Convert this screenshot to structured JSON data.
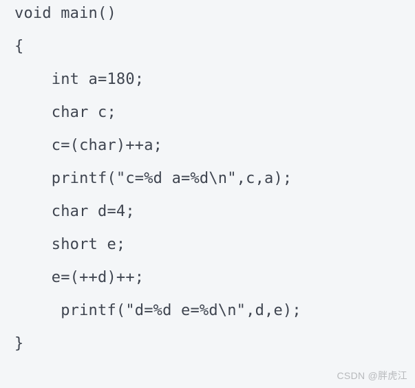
{
  "colors": {
    "background": "#f4f6f8",
    "code_text": "#3f4550",
    "watermark_text": "#b7b9bc"
  },
  "code": {
    "lines": [
      "void main()",
      "{",
      "    int a=180;",
      "    char c;",
      "    c=(char)++a;",
      "    printf(\"c=%d a=%d\\n\",c,a);",
      "    char d=4;",
      "    short e;",
      "    e=(++d)++;",
      "     printf(\"d=%d e=%d\\n\",d,e);",
      "}"
    ]
  },
  "watermark": {
    "text": "CSDN @胖虎江"
  }
}
